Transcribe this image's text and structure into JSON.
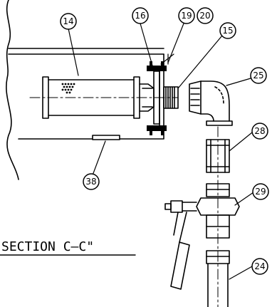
{
  "section_label": "SECTION C–C\"",
  "callouts": [
    {
      "id": "callout-14",
      "label": "14"
    },
    {
      "id": "callout-16",
      "label": "16"
    },
    {
      "id": "callout-19",
      "label": "19"
    },
    {
      "id": "callout-20",
      "label": "20"
    },
    {
      "id": "callout-15",
      "label": "15"
    },
    {
      "id": "callout-25",
      "label": "25"
    },
    {
      "id": "callout-28",
      "label": "28"
    },
    {
      "id": "callout-38",
      "label": "38"
    },
    {
      "id": "callout-29",
      "label": "29"
    },
    {
      "id": "callout-24",
      "label": "24"
    }
  ]
}
